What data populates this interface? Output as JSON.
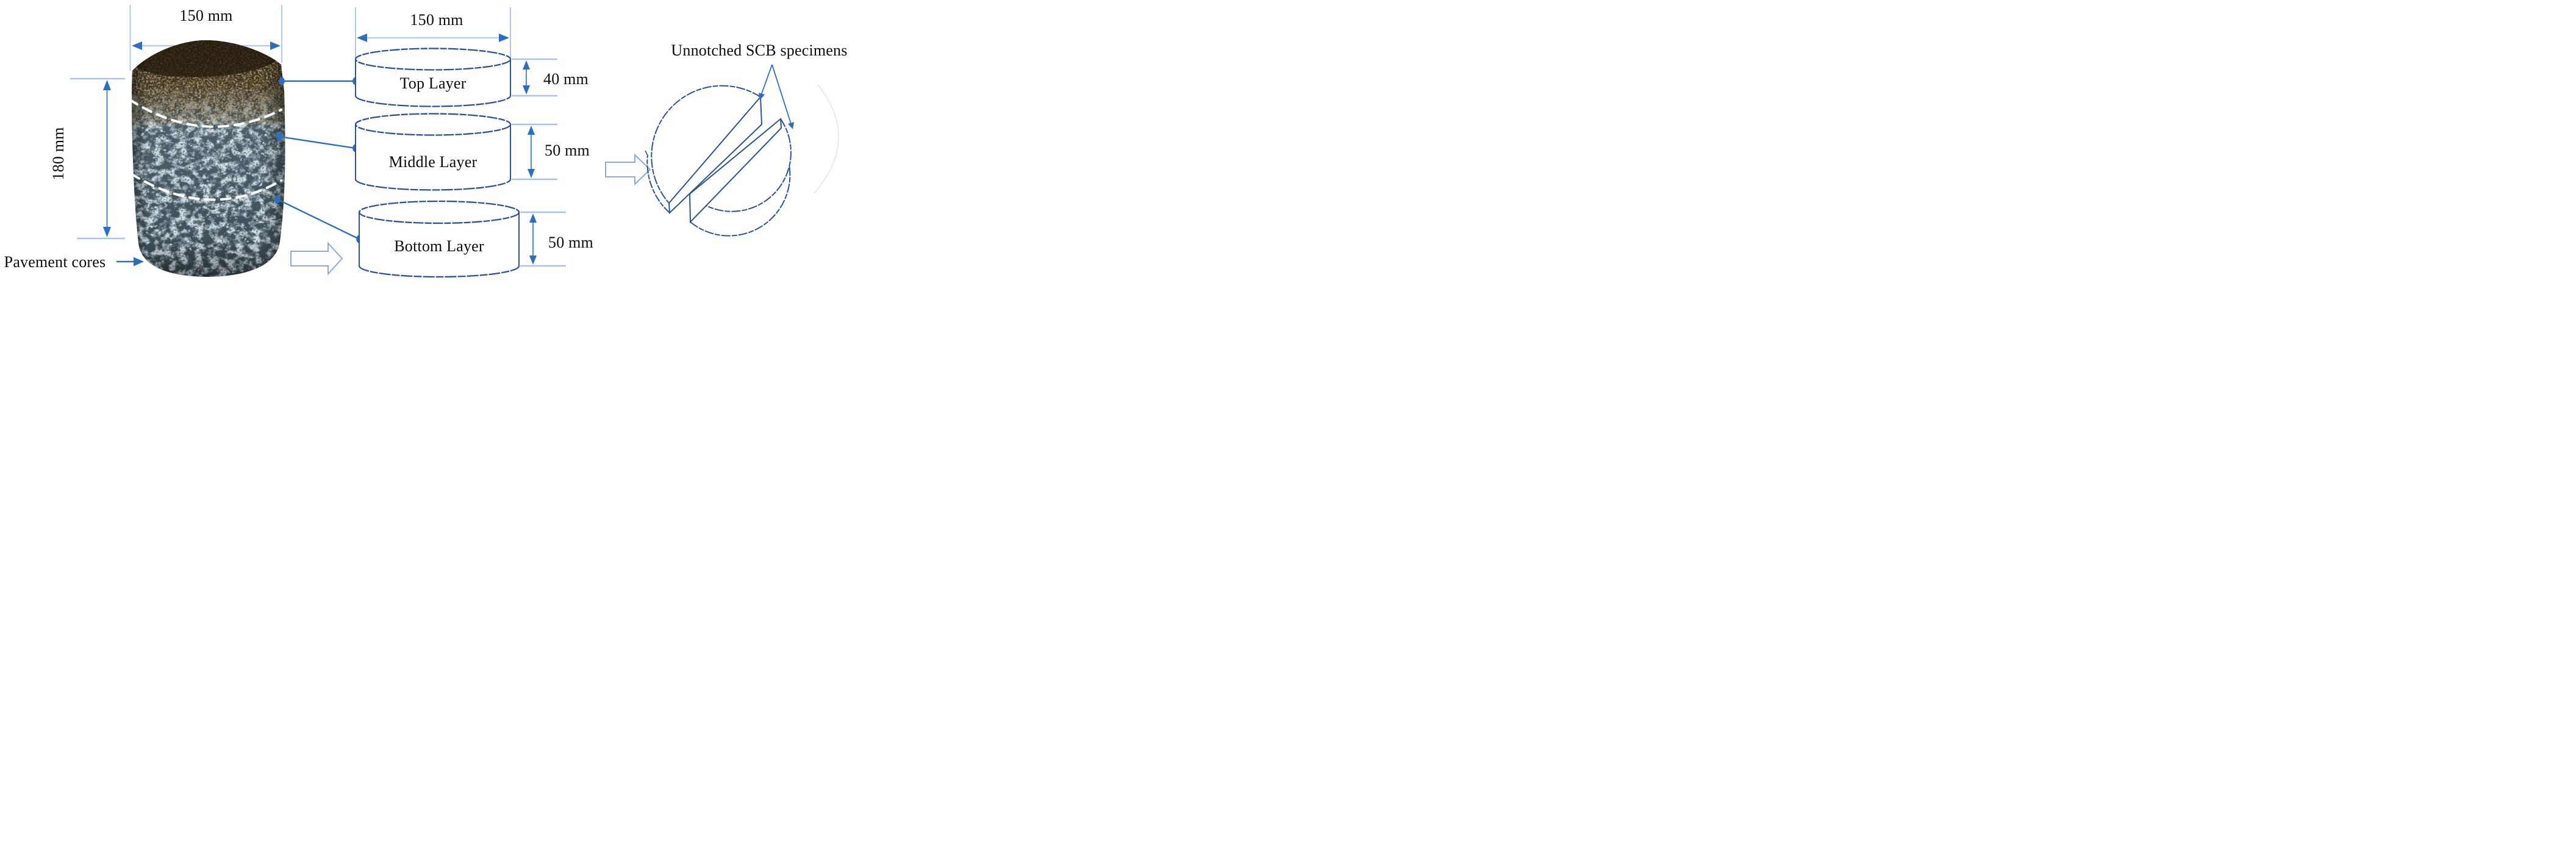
{
  "core": {
    "label": "Pavement cores",
    "diameter_label": "150 mm",
    "height_label": "180 mm"
  },
  "layers": {
    "diameter_label": "150 mm",
    "top": {
      "name": "Top Layer",
      "thickness": "40 mm"
    },
    "middle": {
      "name": "Middle Layer",
      "thickness": "50 mm"
    },
    "bottom": {
      "name": "Bottom Layer",
      "thickness": "50 mm"
    }
  },
  "scb": {
    "label": "Unnotched SCB specimens"
  },
  "colors": {
    "accent_blue": "#2e6ec2",
    "mid_blue": "#5d8ed2",
    "light_blue": "#aac4e8",
    "outline_navy": "#2d5396",
    "text": "#0d0d0d"
  }
}
